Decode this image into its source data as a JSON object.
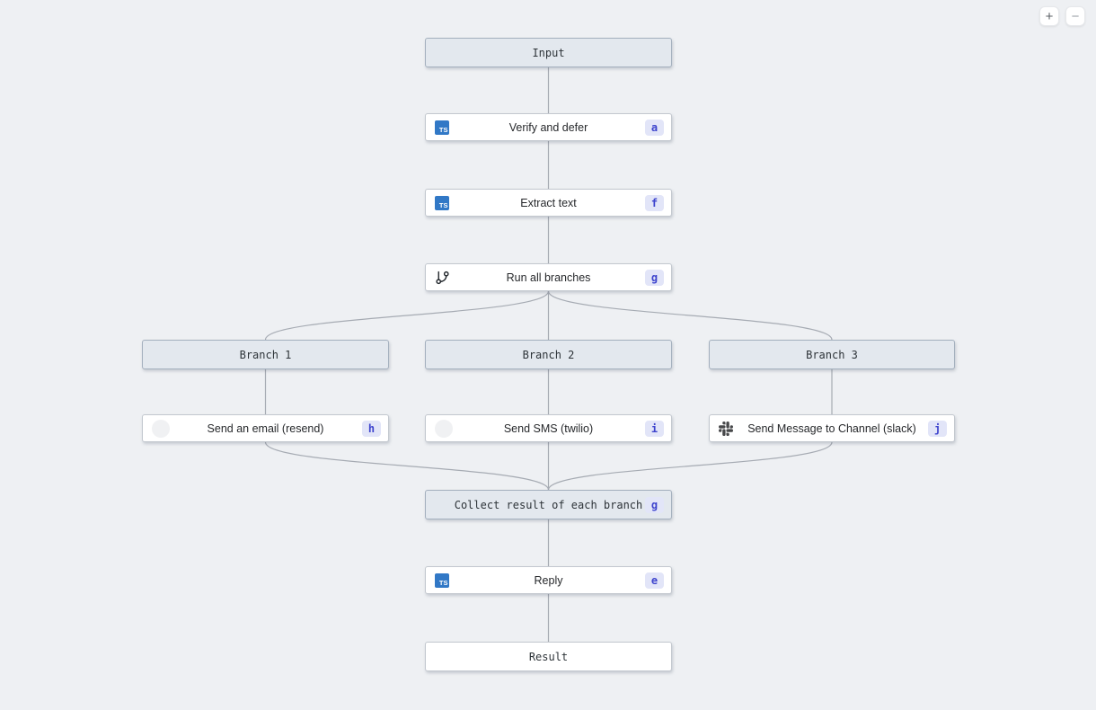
{
  "controls": {
    "zoom_in_label": "+",
    "zoom_out_label": "−"
  },
  "colors": {
    "canvas_bg": "#eef0f3",
    "header_node_bg": "#e3e8ee",
    "header_node_border": "#a4b0be",
    "task_node_bg": "#ffffff",
    "badge_bg": "#e2e5f8",
    "badge_text": "#3d43cd",
    "typescript_blue": "#3178c6",
    "edge": "#a6abb3"
  },
  "icons": {
    "typescript_label": "TS"
  },
  "nodes": {
    "input": {
      "label": "Input"
    },
    "verify": {
      "label": "Verify and defer",
      "badge": "a",
      "icon": "typescript-icon"
    },
    "extract": {
      "label": "Extract text",
      "badge": "f",
      "icon": "typescript-icon"
    },
    "run_all_branches": {
      "label": "Run all branches",
      "badge": "g",
      "icon": "git-branch-icon"
    },
    "branch1": {
      "label": "Branch 1"
    },
    "branch2": {
      "label": "Branch 2"
    },
    "branch3": {
      "label": "Branch 3"
    },
    "send_email": {
      "label": "Send an email (resend)",
      "badge": "h",
      "icon": "resend-icon"
    },
    "send_sms": {
      "label": "Send SMS (twilio)",
      "badge": "i",
      "icon": "twilio-icon"
    },
    "send_slack": {
      "label": "Send Message to Channel (slack)",
      "badge": "j",
      "icon": "slack-icon"
    },
    "collect": {
      "label": "Collect result of each branch",
      "badge": "g"
    },
    "reply": {
      "label": "Reply",
      "badge": "e",
      "icon": "typescript-icon"
    },
    "result": {
      "label": "Result"
    }
  }
}
